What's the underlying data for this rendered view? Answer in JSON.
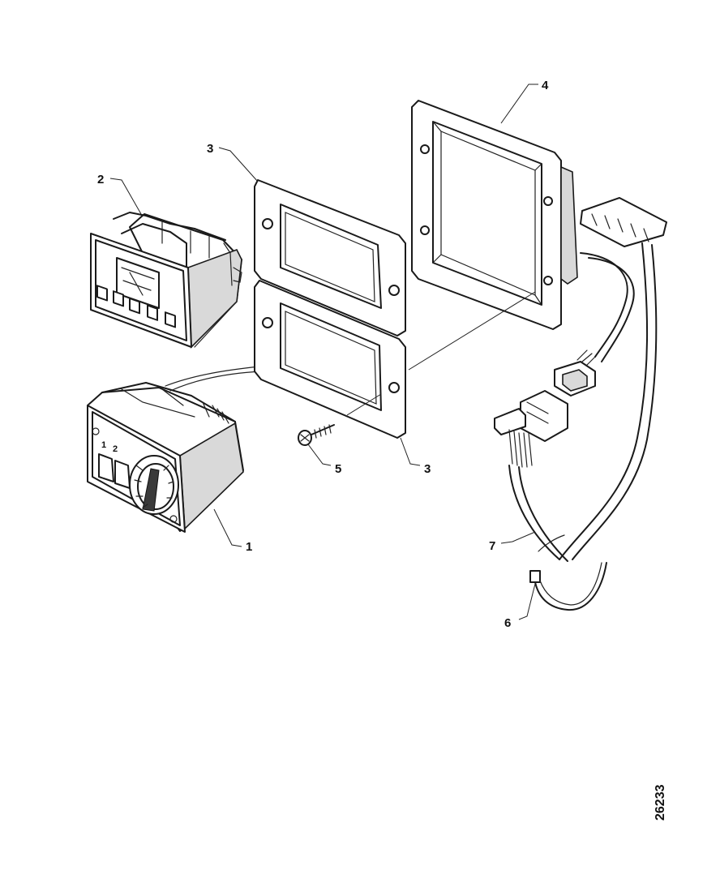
{
  "callouts": {
    "c1": "1",
    "c2": "2",
    "c3a": "3",
    "c3b": "3",
    "c4": "4",
    "c5": "5",
    "c6": "6",
    "c7": "7"
  },
  "panel_labels": {
    "switch_1": "1",
    "switch_2": "2"
  },
  "figure_ref": "26233"
}
